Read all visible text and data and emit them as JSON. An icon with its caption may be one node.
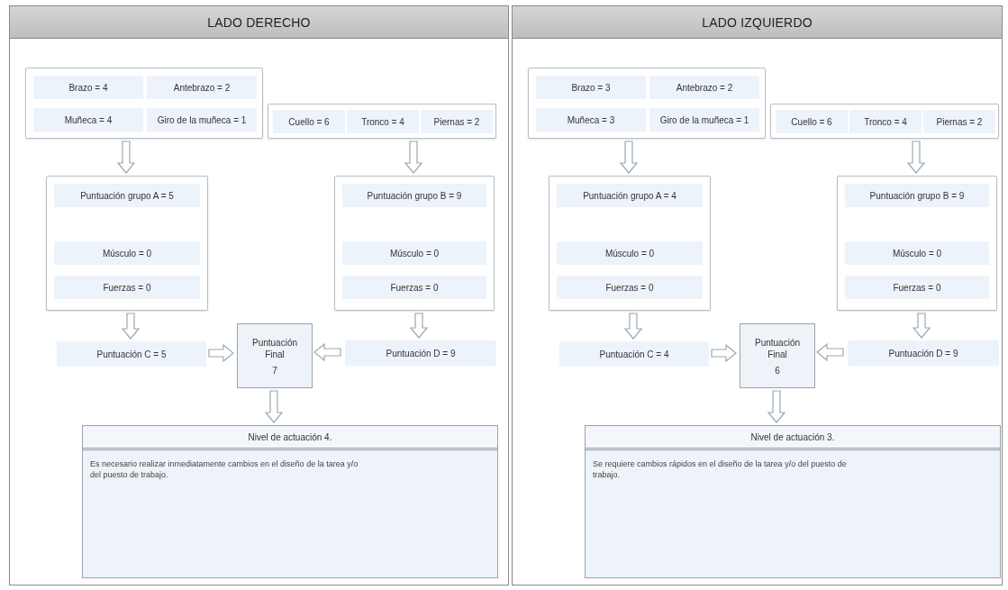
{
  "diagram": {
    "nodes": [
      {
        "text": [
          "LADO DERECHO"
        ]
      },
      {
        "text": [],
        "shape": "box",
        "in": 0
      },
      {
        "text": [
          "Brazo = 4"
        ],
        "in": 1
      },
      {
        "text": [
          "Antebrazo = 2"
        ],
        "in": 1
      },
      {
        "text": [
          "Muñeca = 4"
        ],
        "in": 1
      },
      {
        "text": [
          "Giro de la muñeca = 1"
        ],
        "in": 1
      },
      {
        "text": [],
        "shape": "box",
        "in": 0
      },
      {
        "text": [
          "Cuello = 6"
        ],
        "in": 6
      },
      {
        "text": [
          "Tronco = 4"
        ],
        "in": 6
      },
      {
        "text": [
          "Piernas = 2"
        ],
        "in": 6
      },
      {
        "text": [],
        "shape": "box",
        "in": 0
      },
      {
        "text": [
          "Puntuación grupo A = 5"
        ],
        "in": 10
      },
      {
        "text": [
          "Músculo = 0"
        ],
        "in": 10
      },
      {
        "text": [
          "Fuerzas = 0"
        ],
        "in": 10
      },
      {
        "text": [],
        "shape": "box",
        "in": 0
      },
      {
        "text": [
          "Puntuación grupo B = 9"
        ],
        "in": 14
      },
      {
        "text": [
          "Músculo = 0"
        ],
        "in": 14
      },
      {
        "text": [
          "Fuerzas = 0"
        ],
        "in": 14
      },
      {
        "text": [
          "Puntuación C = 5"
        ],
        "in": 0
      },
      {
        "text": [
          "Puntuación Final",
          "7"
        ],
        "in": 0
      },
      {
        "text": [
          "Puntuación D = 9"
        ],
        "in": 0
      },
      {
        "text": [
          "Nivel de actuación 4.",
          "Es necesario realizar inmediatamente cambios en el diseño de la tarea y/o del puesto de trabajo."
        ],
        "in": 0
      },
      {
        "text": [
          "LADO IZQUIERDO"
        ]
      },
      {
        "text": [],
        "shape": "box",
        "in": 22
      },
      {
        "text": [
          "Brazo = 3"
        ],
        "in": 23
      },
      {
        "text": [
          "Antebrazo = 2"
        ],
        "in": 23
      },
      {
        "text": [
          "Muñeca = 3"
        ],
        "in": 23
      },
      {
        "text": [
          "Giro de la muñeca = 1"
        ],
        "in": 23
      },
      {
        "text": [],
        "shape": "box",
        "in": 22
      },
      {
        "text": [
          "Cuello = 6"
        ],
        "in": 28
      },
      {
        "text": [
          "Tronco = 4"
        ],
        "in": 28
      },
      {
        "text": [
          "Piernas = 2"
        ],
        "in": 28
      },
      {
        "text": [],
        "shape": "box",
        "in": 22
      },
      {
        "text": [
          "Puntuación grupo A = 4"
        ],
        "in": 32
      },
      {
        "text": [
          "Músculo = 0"
        ],
        "in": 32
      },
      {
        "text": [
          "Fuerzas = 0"
        ],
        "in": 32
      },
      {
        "text": [],
        "shape": "box",
        "in": 22
      },
      {
        "text": [
          "Puntuación grupo B = 9"
        ],
        "in": 36
      },
      {
        "text": [
          "Músculo = 0"
        ],
        "in": 36
      },
      {
        "text": [
          "Fuerzas = 0"
        ],
        "in": 36
      },
      {
        "text": [
          "Puntuación C = 4"
        ],
        "in": 22
      },
      {
        "text": [
          "Puntuación Final",
          "6"
        ],
        "in": 22
      },
      {
        "text": [
          "Puntuación D = 9"
        ],
        "in": 22
      },
      {
        "text": [
          "Nivel de actuación 3.",
          "Se requiere cambios rápidos en el diseño de la tarea y/o del puesto de trabajo."
        ],
        "in": 22
      }
    ],
    "edges": [
      {
        "from": 1,
        "to": 10,
        "arrow": "to"
      },
      {
        "from": 6,
        "to": 14,
        "arrow": "to"
      },
      {
        "from": 10,
        "to": 18,
        "arrow": "to"
      },
      {
        "from": 14,
        "to": 20,
        "arrow": "to"
      },
      {
        "from": 18,
        "to": 19,
        "arrow": "to"
      },
      {
        "from": 20,
        "to": 19,
        "arrow": "to"
      },
      {
        "from": 19,
        "to": 21,
        "arrow": "to"
      },
      {
        "from": 23,
        "to": 32,
        "arrow": "to"
      },
      {
        "from": 28,
        "to": 36,
        "arrow": "to"
      },
      {
        "from": 32,
        "to": 40,
        "arrow": "to"
      },
      {
        "from": 36,
        "to": 42,
        "arrow": "to"
      },
      {
        "from": 40,
        "to": 41,
        "arrow": "to"
      },
      {
        "from": 42,
        "to": 41,
        "arrow": "to"
      },
      {
        "from": 41,
        "to": 43,
        "arrow": "to"
      }
    ]
  }
}
